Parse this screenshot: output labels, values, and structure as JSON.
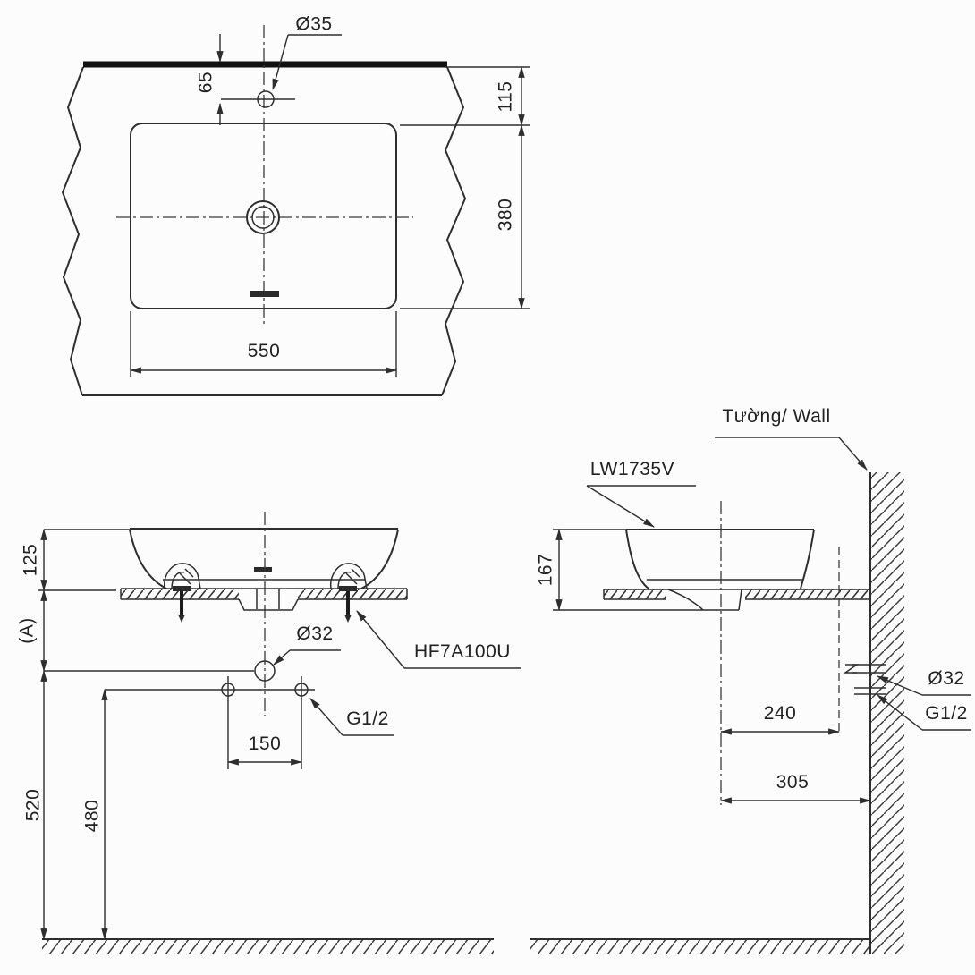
{
  "drawing": {
    "background": "#fcfcfc",
    "line_color": "#2e2e2e",
    "views": {
      "top": {
        "faucet_hole_dia": "Ø35",
        "dim_wall_to_faucet": "65",
        "dim_wall_to_basin": "115",
        "dim_basin_depth": "380",
        "dim_basin_width": "550"
      },
      "front": {
        "dim_rim_above_counter": "125",
        "dim_reference": "(A)",
        "drain_dia": "Ø32",
        "bracket_code": "HF7A100U",
        "supply_thread": "G1/2",
        "dim_supply_spacing": "150",
        "dim_floor_to_supply": "480",
        "dim_floor_to_drain": "520"
      },
      "side": {
        "model_code": "LW1735V",
        "wall_label": "Tường/ Wall",
        "dim_total_height": "167",
        "dim_center_to_faucet": "240",
        "dim_center_to_wall": "305",
        "drain_dia": "Ø32",
        "supply_thread": "G1/2"
      }
    }
  }
}
